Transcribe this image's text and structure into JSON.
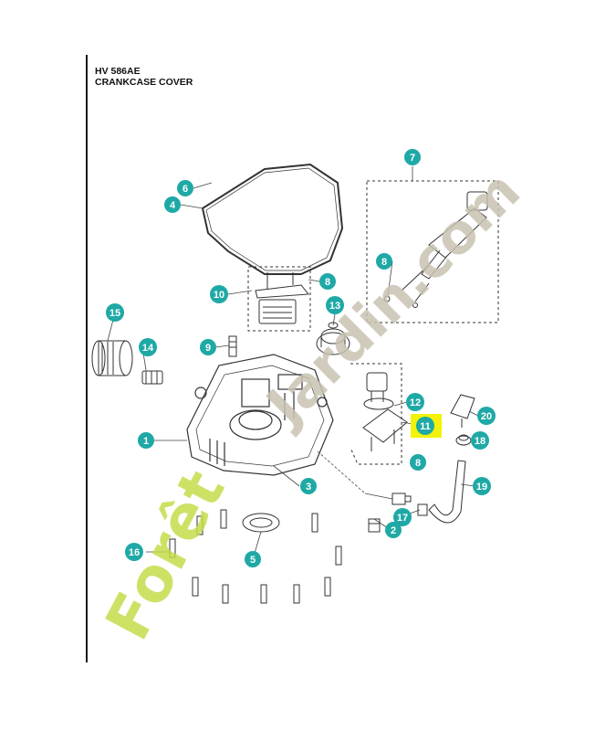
{
  "header": {
    "model": "HV 586AE",
    "title": "CRANKCASE COVER"
  },
  "watermark": {
    "text_green": "Forêt",
    "text_gray": "Jardin.com",
    "color_green": "#c4dc4a",
    "color_gray": "#c8c2b0"
  },
  "colors": {
    "callout": "#1fa9a6",
    "highlight": "#f2f20a",
    "line": "#333333"
  },
  "callouts": [
    {
      "id": "c1",
      "label": "1",
      "highlight": false
    },
    {
      "id": "c2",
      "label": "2",
      "highlight": false
    },
    {
      "id": "c3",
      "label": "3",
      "highlight": false
    },
    {
      "id": "c4",
      "label": "4",
      "highlight": false
    },
    {
      "id": "c5",
      "label": "5",
      "highlight": false
    },
    {
      "id": "c6",
      "label": "6",
      "highlight": false
    },
    {
      "id": "c7",
      "label": "7",
      "highlight": false
    },
    {
      "id": "c8a",
      "label": "8",
      "highlight": false
    },
    {
      "id": "c8b",
      "label": "8",
      "highlight": false
    },
    {
      "id": "c8c",
      "label": "8",
      "highlight": false
    },
    {
      "id": "c9",
      "label": "9",
      "highlight": false
    },
    {
      "id": "c10",
      "label": "10",
      "highlight": false
    },
    {
      "id": "c11",
      "label": "11",
      "highlight": true
    },
    {
      "id": "c12",
      "label": "12",
      "highlight": false
    },
    {
      "id": "c13",
      "label": "13",
      "highlight": false
    },
    {
      "id": "c14",
      "label": "14",
      "highlight": false
    },
    {
      "id": "c15",
      "label": "15",
      "highlight": false
    },
    {
      "id": "c16",
      "label": "16",
      "highlight": false
    },
    {
      "id": "c17",
      "label": "17",
      "highlight": false
    },
    {
      "id": "c18",
      "label": "18",
      "highlight": false
    },
    {
      "id": "c19",
      "label": "19",
      "highlight": false
    },
    {
      "id": "c20",
      "label": "20",
      "highlight": false
    }
  ]
}
